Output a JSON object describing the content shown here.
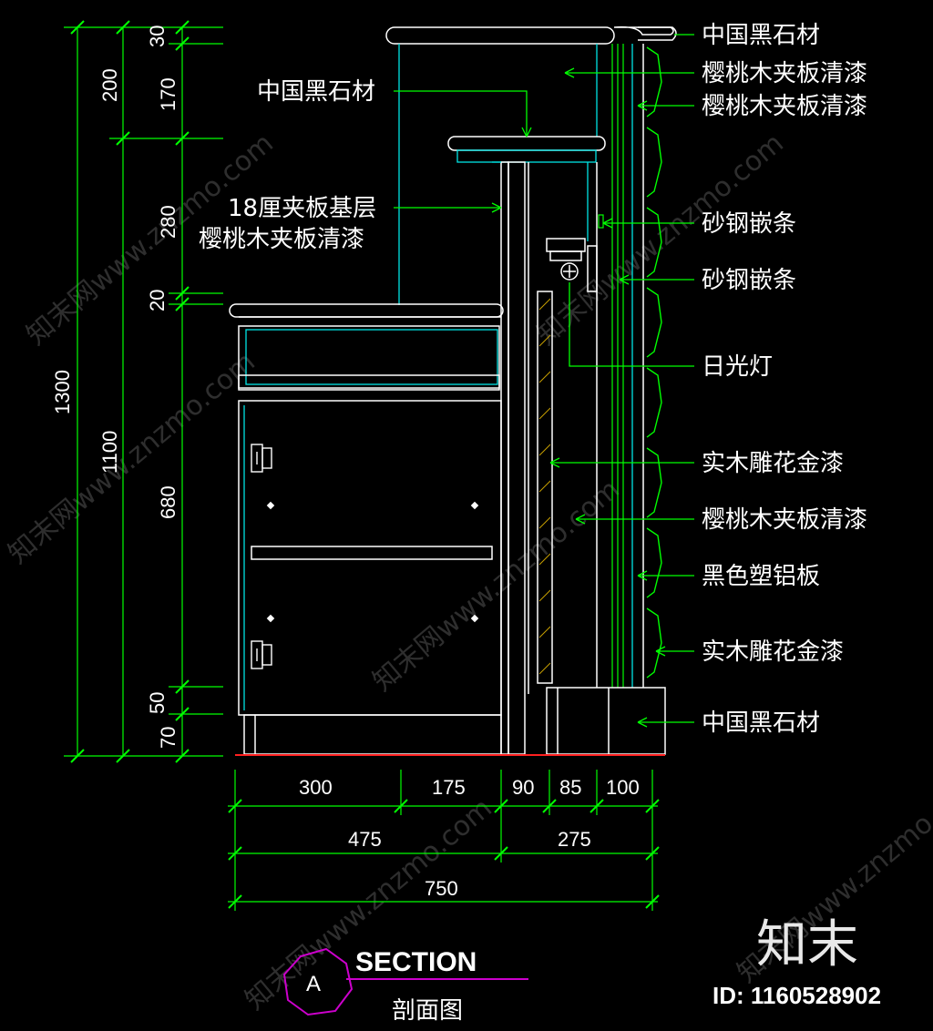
{
  "labels_right": [
    "中国黑石材",
    "樱桃木夹板清漆",
    "樱桃木夹板清漆",
    "砂钢嵌条",
    "砂钢嵌条",
    "日光灯",
    "实木雕花金漆",
    "樱桃木夹板清漆",
    "黑色塑铝板",
    "实木雕花金漆",
    "中国黑石材"
  ],
  "labels_left": [
    "中国黑石材",
    "18厘夹板基层",
    "樱桃木夹板清漆"
  ],
  "vertical_dims": {
    "total": "1300",
    "second": [
      "200",
      "1100"
    ],
    "detail": [
      "30",
      "170",
      "280",
      "20",
      "680",
      "50",
      "70"
    ]
  },
  "horizontal_dims": {
    "row1": [
      "300",
      "175",
      "90",
      "85",
      "100"
    ],
    "row2": [
      "475",
      "275"
    ],
    "row3": [
      "750"
    ]
  },
  "title": {
    "marker": "A",
    "main": "SECTION",
    "sub": "剖面图"
  },
  "watermark": {
    "text": "知末网www.znzmo.com",
    "brand": "知末",
    "id": "ID: 1160528902"
  },
  "colors": {
    "background": "#000000",
    "dimension": "#00ff00",
    "outline": "#00e5e5",
    "text": "#ffffff",
    "marker": "#cc00cc",
    "floor": "#ff2020"
  }
}
